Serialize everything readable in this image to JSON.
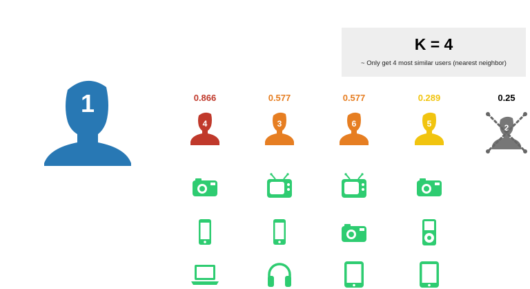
{
  "k_box": {
    "title": "K = 4",
    "subtitle": "~ Only get 4 most similar users (nearest neighbor)"
  },
  "target_user": {
    "label": "1",
    "color": "#2878b4"
  },
  "colors": {
    "device": "#2ecc71",
    "excluded": "#777777"
  },
  "neighbors": [
    {
      "id": "4",
      "score": "0.866",
      "color": "#c0392b",
      "selected": true,
      "devices": [
        "camera-icon",
        "phone-icon",
        "laptop-icon"
      ]
    },
    {
      "id": "3",
      "score": "0.577",
      "color": "#e67e22",
      "selected": true,
      "devices": [
        "tv-icon",
        "phone-icon",
        "headphones-icon"
      ]
    },
    {
      "id": "6",
      "score": "0.577",
      "color": "#e67e22",
      "selected": true,
      "devices": [
        "tv-icon",
        "camera-icon",
        "tablet-icon"
      ]
    },
    {
      "id": "5",
      "score": "0.289",
      "color": "#f1c40f",
      "selected": true,
      "devices": [
        "camera-icon",
        "ipod-icon",
        "tablet-icon"
      ]
    },
    {
      "id": "2",
      "score": "0.25",
      "color": "#777777",
      "selected": false,
      "devices": []
    }
  ]
}
